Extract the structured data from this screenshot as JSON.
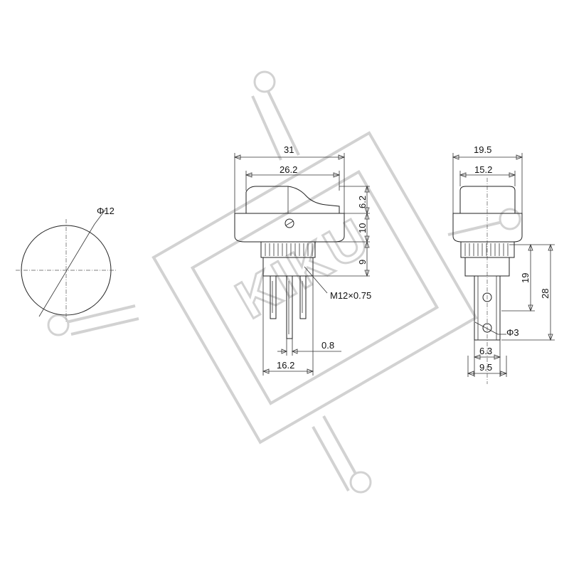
{
  "dims": {
    "front_round": "Φ12",
    "overall_width": "31",
    "rocker_width": "26.2",
    "rocker_height": "6.2",
    "bezel_height": "10",
    "bushing_height": "9",
    "thread": "M12×0.75",
    "terminal_thickness": "0.8",
    "terminal_span": "16.2",
    "side_width": "19.5",
    "side_rocker_width": "15.2",
    "depth_19": "19",
    "depth_28": "28",
    "hole_dia": "Φ3",
    "tab_width": "6.3",
    "tab_outer": "9.5"
  },
  "watermark": {
    "text": "KIKU",
    "color": "#d2d2d2"
  },
  "colors": {
    "line": "#222222",
    "background": "#ffffff"
  }
}
